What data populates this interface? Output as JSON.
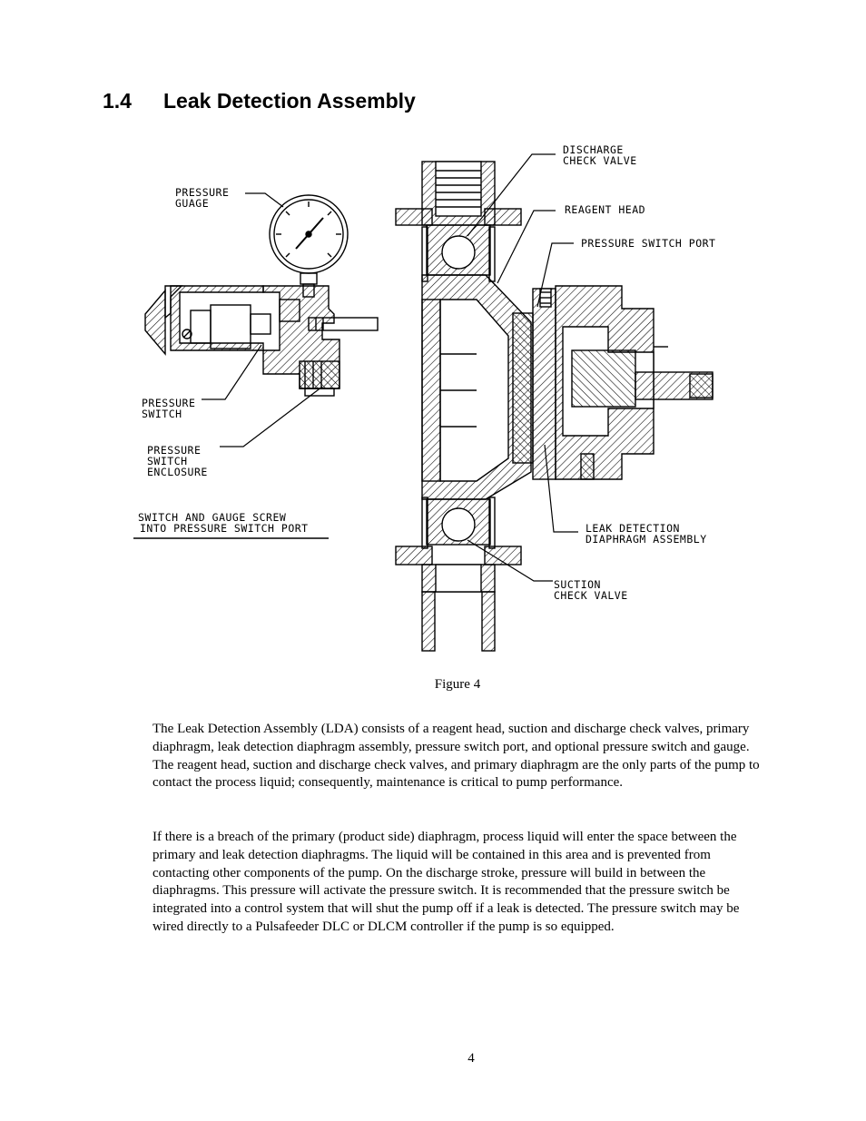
{
  "section": {
    "number": "1.4",
    "title": "Leak Detection Assembly"
  },
  "figure": {
    "labels": {
      "discharge_check_valve_1": "DISCHARGE",
      "discharge_check_valve_2": "CHECK VALVE",
      "reagent_head": "REAGENT HEAD",
      "pressure_switch_port": "PRESSURE SWITCH PORT",
      "pressure_gauge_1": "PRESSURE",
      "pressure_gauge_2": "GUAGE",
      "pressure_switch_1": "PRESSURE",
      "pressure_switch_2": "SWITCH",
      "enclosure_1": "PRESSURE",
      "enclosure_2": "SWITCH",
      "enclosure_3": "ENCLOSURE",
      "note_1": "SWITCH AND GAUGE SCREW",
      "note_2": "INTO PRESSURE SWITCH PORT",
      "leak_detection_1": "LEAK DETECTION",
      "leak_detection_2": "DIAPHRAGM ASSEMBLY",
      "suction_check_valve_1": "SUCTION",
      "suction_check_valve_2": "CHECK VALVE"
    },
    "caption": "Figure 4"
  },
  "paragraphs": [
    "The Leak Detection Assembly (LDA) consists of a reagent head, suction and discharge check valves, primary diaphragm, leak detection diaphragm assembly, pressure switch port, and optional pressure switch and gauge. The reagent head, suction and discharge check valves, and primary diaphragm are the only parts of the pump to contact the process liquid; consequently, maintenance is critical to pump performance.",
    "If there is a breach of the primary (product side) diaphragm, process liquid will enter the space between the primary and leak detection diaphragms. The liquid will be contained in this area and is prevented from contacting other components of the pump. On the discharge stroke, pressure will build in between the diaphragms. This pressure will activate the pressure switch. It is recommended that the pressure switch be integrated into a control system that will shut the pump off if a leak is detected. The pressure switch may be wired directly to a Pulsafeeder DLC or DLCM controller if the pump is so equipped."
  ],
  "page_number": "4"
}
